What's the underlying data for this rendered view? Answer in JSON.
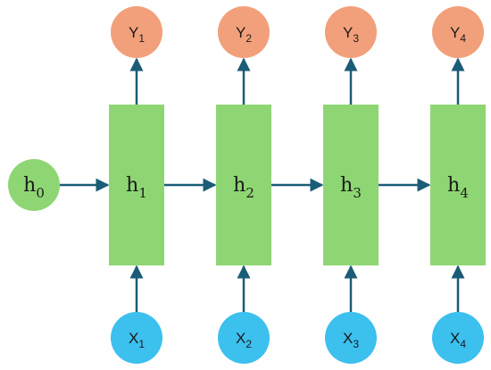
{
  "colors": {
    "hidden": "#8ed673",
    "output": "#f2a07b",
    "input": "#3cc0ee",
    "arrow": "#1b5c77",
    "text": "#1a1a1a"
  },
  "initial": {
    "base": "h",
    "sub": "0"
  },
  "hidden": [
    {
      "base": "h",
      "sub": "1"
    },
    {
      "base": "h",
      "sub": "2"
    },
    {
      "base": "h",
      "sub": "3"
    },
    {
      "base": "h",
      "sub": "4"
    }
  ],
  "outputs": [
    {
      "base": "Y",
      "sub": "1"
    },
    {
      "base": "Y",
      "sub": "2"
    },
    {
      "base": "Y",
      "sub": "3"
    },
    {
      "base": "Y",
      "sub": "4"
    }
  ],
  "inputs": [
    {
      "base": "X",
      "sub": "1"
    },
    {
      "base": "X",
      "sub": "2"
    },
    {
      "base": "X",
      "sub": "3"
    },
    {
      "base": "X",
      "sub": "4"
    }
  ]
}
